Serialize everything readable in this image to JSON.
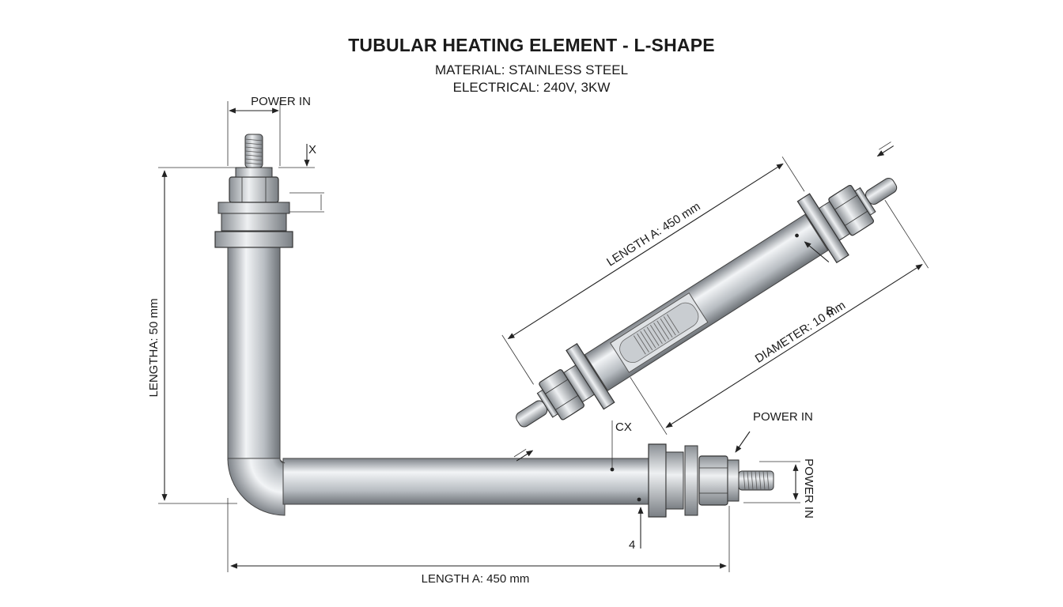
{
  "header": {
    "title": "TUBULAR HEATING ELEMENT - L-SHAPE",
    "material": "MATERIAL: STAINLESS STEEL",
    "electrical": "ELECTRICAL: 240V, 3KW"
  },
  "labels": {
    "power_in_top": "POWER IN",
    "x_marker": "X",
    "length_vertical": "LENGTHA: 50 mm",
    "length_horizontal": "LENGTH A: 450 mm",
    "cx_marker": "CX",
    "marker_4": "4",
    "power_in_right": "POWER IN",
    "power_in_vertical": "POWER IN",
    "detail_length": "LENGTH A: 450 mm",
    "detail_b": "B",
    "detail_diameter": "DIAMETER: 10 mm"
  },
  "colors": {
    "steel_dark": "#7d8288",
    "steel_light": "#f2f4f6",
    "line": "#222222"
  }
}
